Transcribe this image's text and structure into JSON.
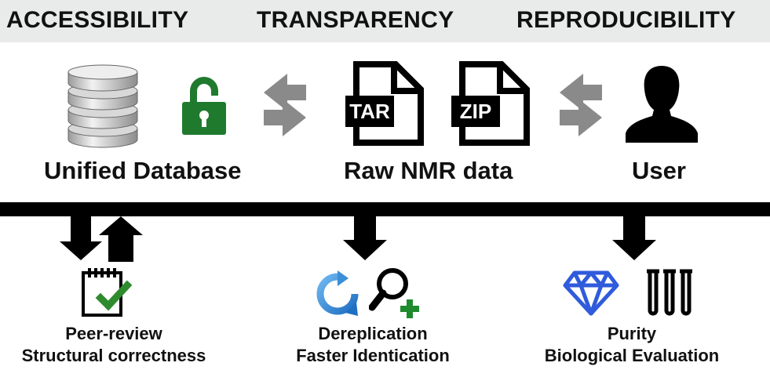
{
  "banner": {
    "left": "ACCESSIBILITY",
    "center": "TRANSPARENCY",
    "right": "REPRODUCIBILITY"
  },
  "top_labels": {
    "database": "Unified Database",
    "raw": "Raw NMR data",
    "user": "User"
  },
  "file_tags": {
    "tar": "TAR",
    "zip": "ZIP"
  },
  "bottom": {
    "left_line1": "Peer-review",
    "left_line2": "Structural correctness",
    "center_line1": "Dereplication",
    "center_line2": "Faster Identication",
    "right_line1": "Purity",
    "right_line2": "Biological Evaluation"
  },
  "colors": {
    "banner_bg": "#e9eaea",
    "lock_green": "#1f7a2e",
    "check_green": "#2e8b2e",
    "diamond_blue": "#2f5bdc",
    "refresh_blue": "#3a8fd8",
    "gray_arrow": "#8a8a8a"
  },
  "icons": [
    "database-icon",
    "lock-icon",
    "exchange-arrows-icon",
    "tar-file-icon",
    "zip-file-icon",
    "user-icon",
    "down-arrow-icon",
    "up-arrow-icon",
    "checklist-icon",
    "refresh-icon",
    "magnifier-plus-icon",
    "diamond-icon",
    "test-tubes-icon"
  ]
}
